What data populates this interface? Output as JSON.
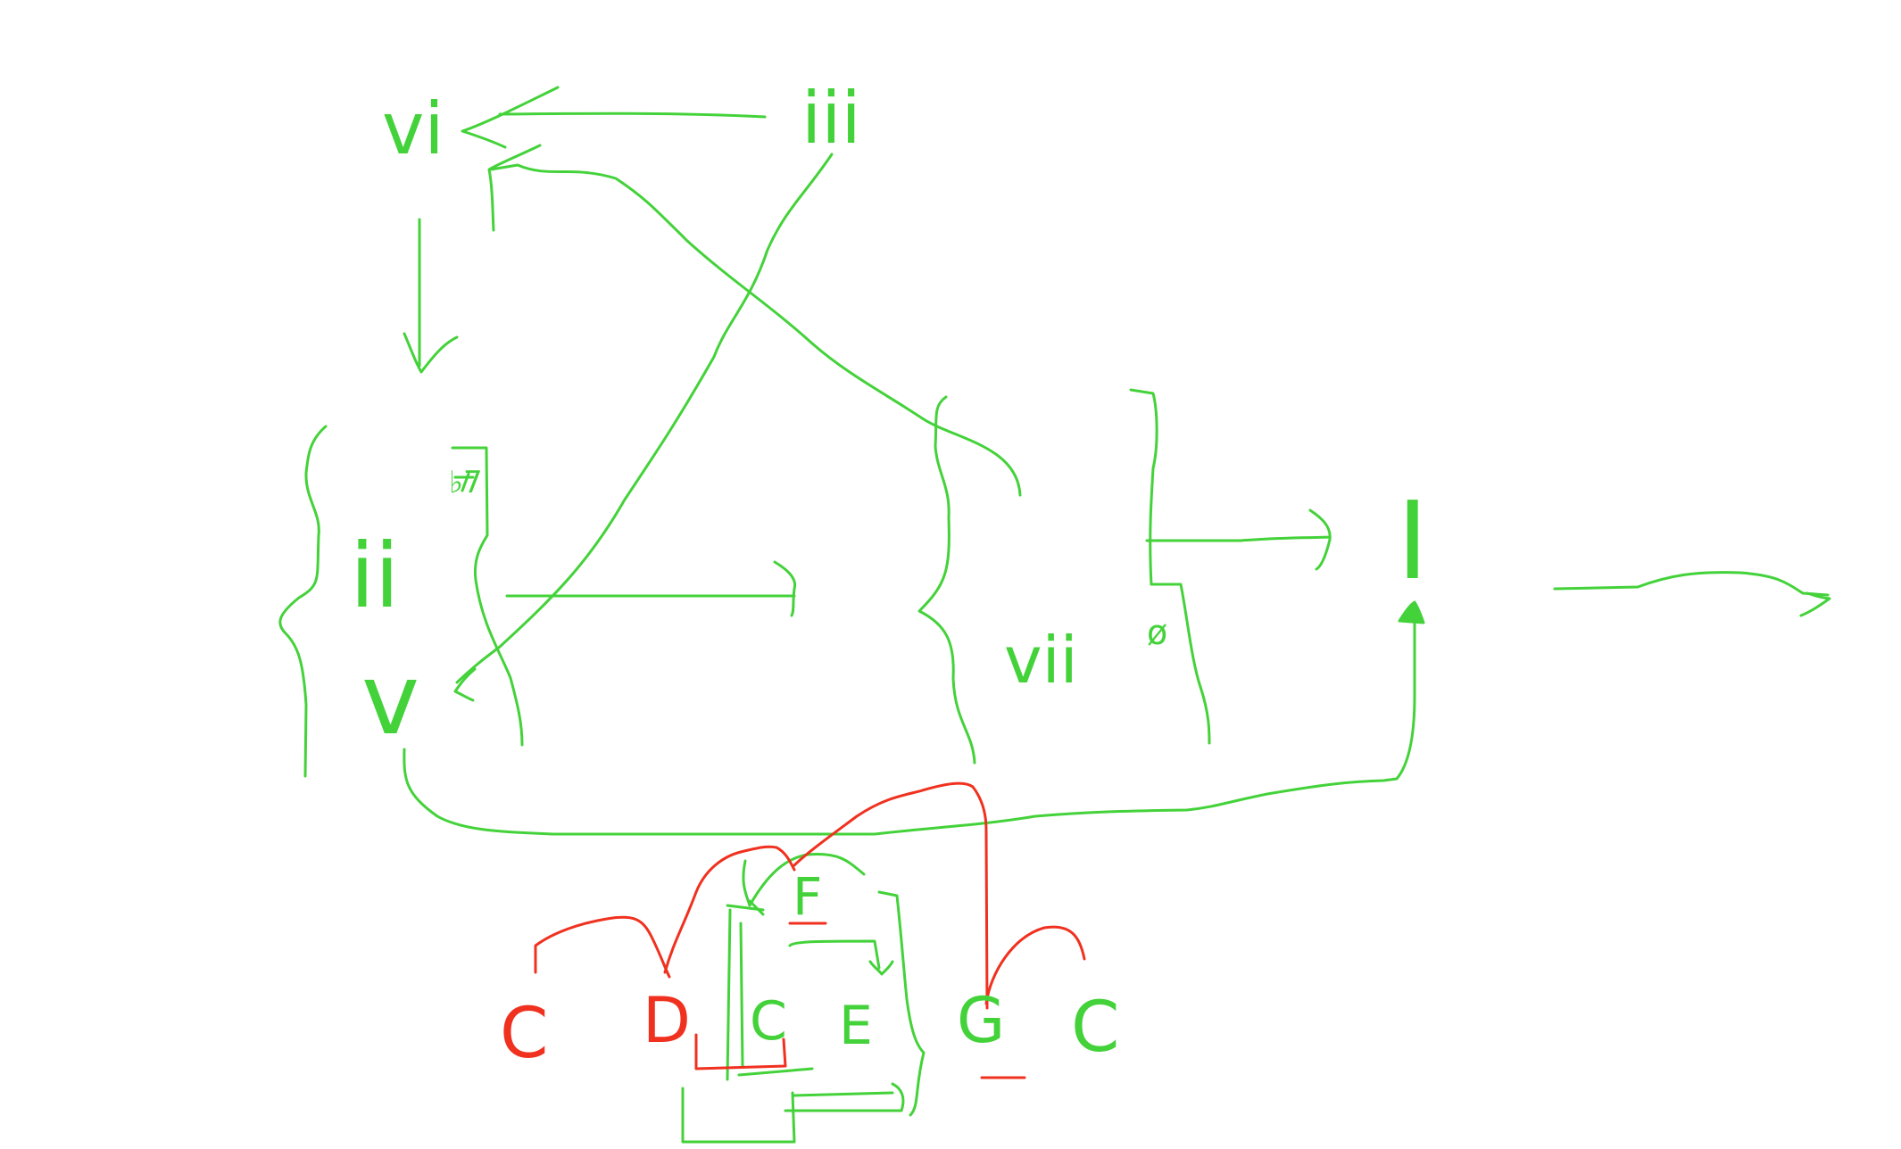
{
  "colors": {
    "background": "#ffffff",
    "green_ink": "#44d23a",
    "red_ink": "#f0311f"
  },
  "labels": {
    "vi": "vi",
    "iii": "iii",
    "ii": "ii",
    "v": "v",
    "vii": "vii",
    "dim": "ø",
    "I": "I",
    "flat7": "♭7",
    "note_c_left": "C",
    "note_d": "D",
    "note_c_mid": "C",
    "note_f": "F",
    "note_e": "E",
    "note_g": "G",
    "note_c_right": "C"
  }
}
